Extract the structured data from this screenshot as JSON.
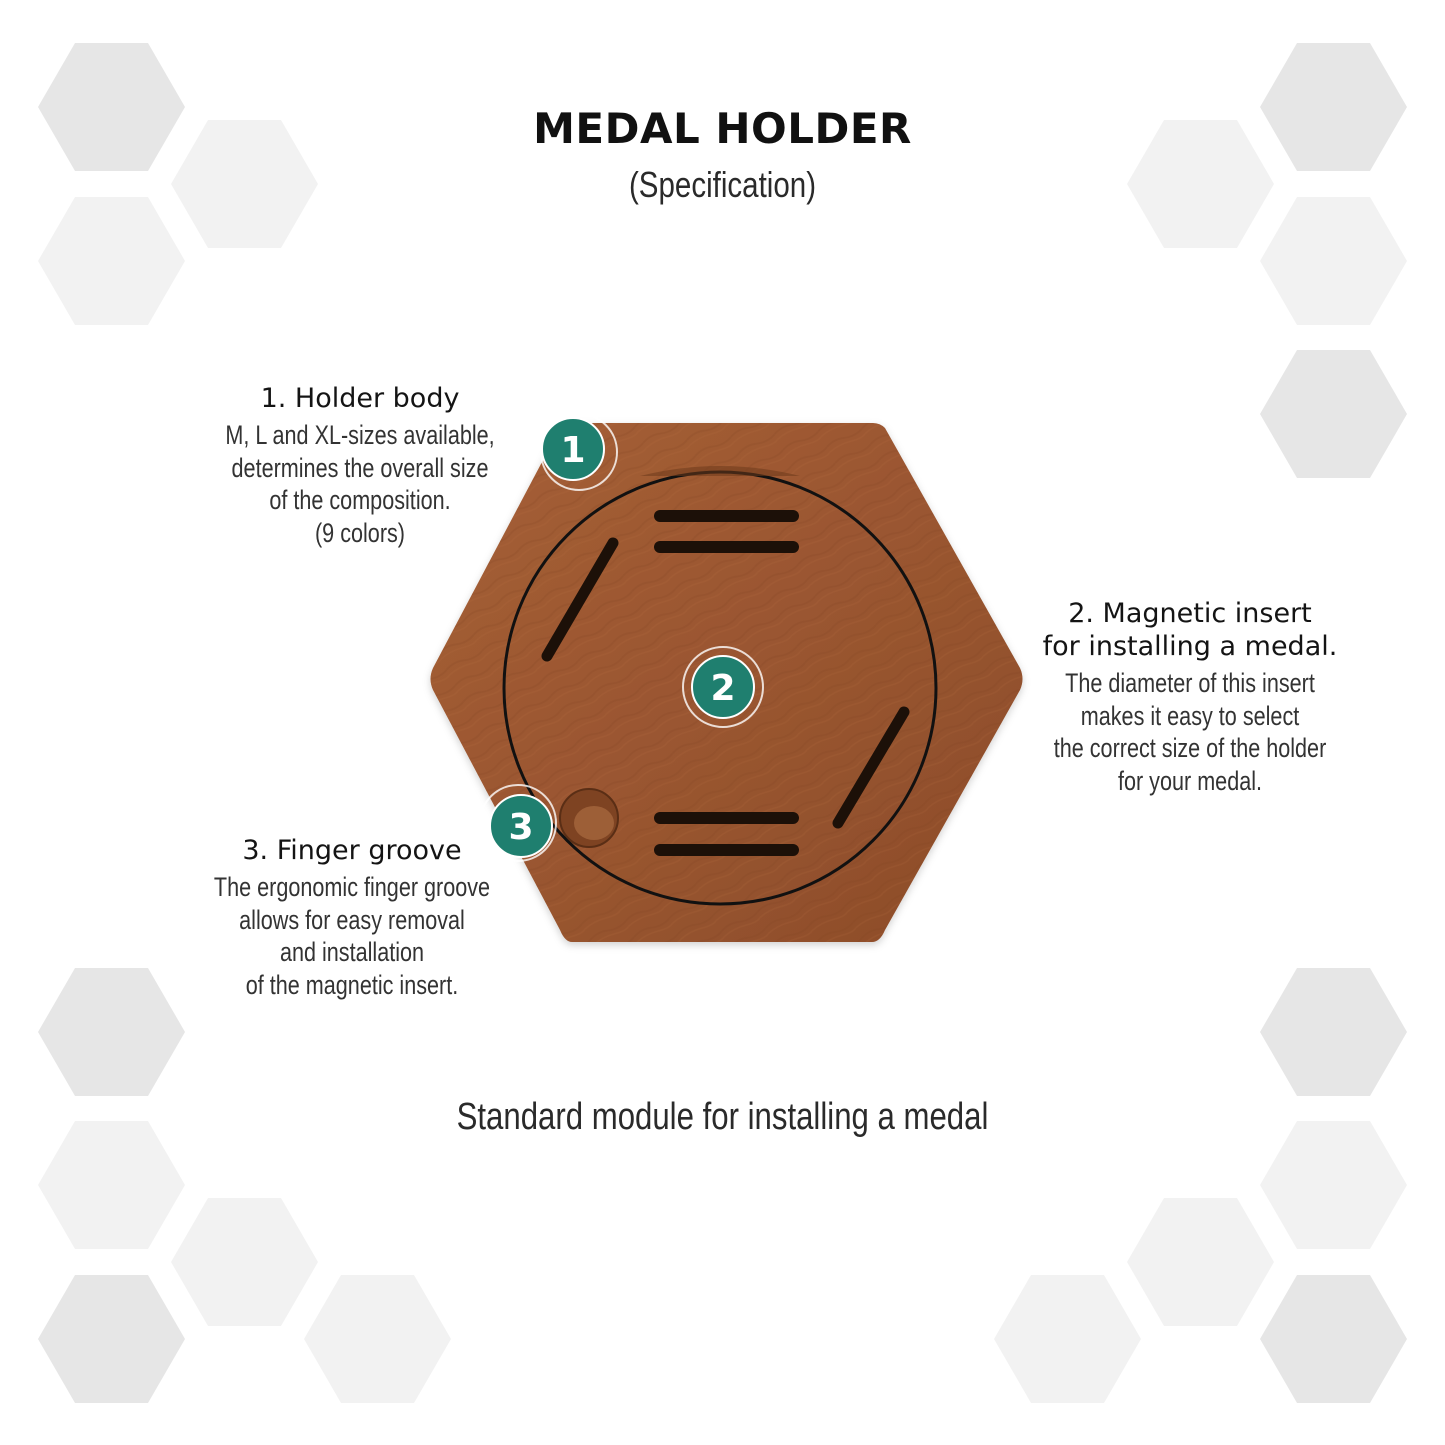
{
  "header": {
    "title": "MEDAL HOLDER",
    "subtitle": "(Specification)"
  },
  "callouts": [
    {
      "number": "1",
      "heading": "1. Holder body",
      "lines": [
        "M, L and XL-sizes available,",
        "determines the overall size",
        "of the composition.",
        "(9 colors)"
      ]
    },
    {
      "number": "2",
      "heading_lines": [
        "2. Magnetic insert",
        "for installing a medal."
      ],
      "lines": [
        "The diameter of this insert",
        "makes it easy to select",
        "the correct size of the holder",
        "for your medal."
      ]
    },
    {
      "number": "3",
      "heading": "3. Finger groove",
      "lines": [
        "The ergonomic finger groove",
        "allows for easy removal",
        "and installation",
        "of the magnetic insert."
      ]
    }
  ],
  "caption": "Standard module for installing a medal",
  "colors": {
    "badge": "#1f7f6f",
    "wood": "#9a5630",
    "hex_light": "#f2f2f2",
    "hex_mid": "#e6e6e6"
  }
}
